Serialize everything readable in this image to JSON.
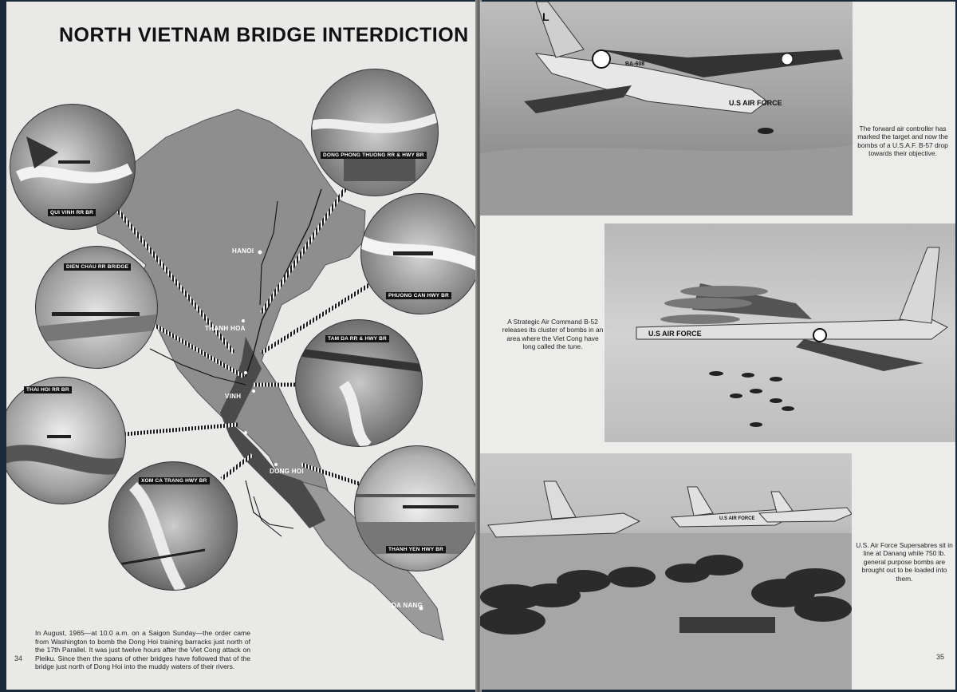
{
  "left_page": {
    "title": "NORTH VIETNAM BRIDGE INTERDICTION",
    "folio": "34",
    "caption": "In August, 1965—at 10.0 a.m. on a Saigon Sunday—the order came from Washington to bomb the Dong Hoi training barracks just north of the 17th Parallel. It was just twelve hours after the Viet Cong attack on Pleiku. Since then the spans of other bridges have followed that of the bridge just north of Dong Hoi into the muddy waters of their rivers.",
    "cities": {
      "hanoi": "HANOI",
      "thanh_hoa": "THANH HOA",
      "vinh": "VINH",
      "dong_hoi": "DONG HOI",
      "da_nang": "DA NANG"
    },
    "bridges": {
      "qui_vinh": "QUI VINH RR BR",
      "dong_phong_thuong": "DONG PHONG THUONG RR & HWY BR",
      "dien_chau": "DIEN CHAU RR BRIDGE",
      "phuong_can": "PHUONG CAN HWY BR",
      "tam_da": "TAM DA RR & HWY BR",
      "thai_hoi": "THAI HOI RR BR",
      "xom_ca_trang": "XOM CA TRANG HWY BR",
      "thanh_yen": "THANH YEN HWY BR"
    }
  },
  "right_page": {
    "folio": "35",
    "caption_1": "The forward air controller has marked the target and now the bombs of a U.S.A.F. B-57 drop towards their objective.",
    "caption_2": "A Strategic Air Command B-52 releases its cluster of bombs in an area where the Viet Cong have long called the tune.",
    "caption_3": "U.S. Air Force Supersabres sit in line at Danang while 750 lb. general purpose bombs are brought out to be loaded into them.",
    "b57_markings": {
      "tail": "L",
      "serial": "BA-608",
      "fuselage": "U.S AIR FORCE"
    },
    "b52_markings": {
      "fuselage": "U.S AIR FORCE"
    },
    "f100_markings": {
      "fuselage": "U.S AIR FORCE"
    }
  }
}
